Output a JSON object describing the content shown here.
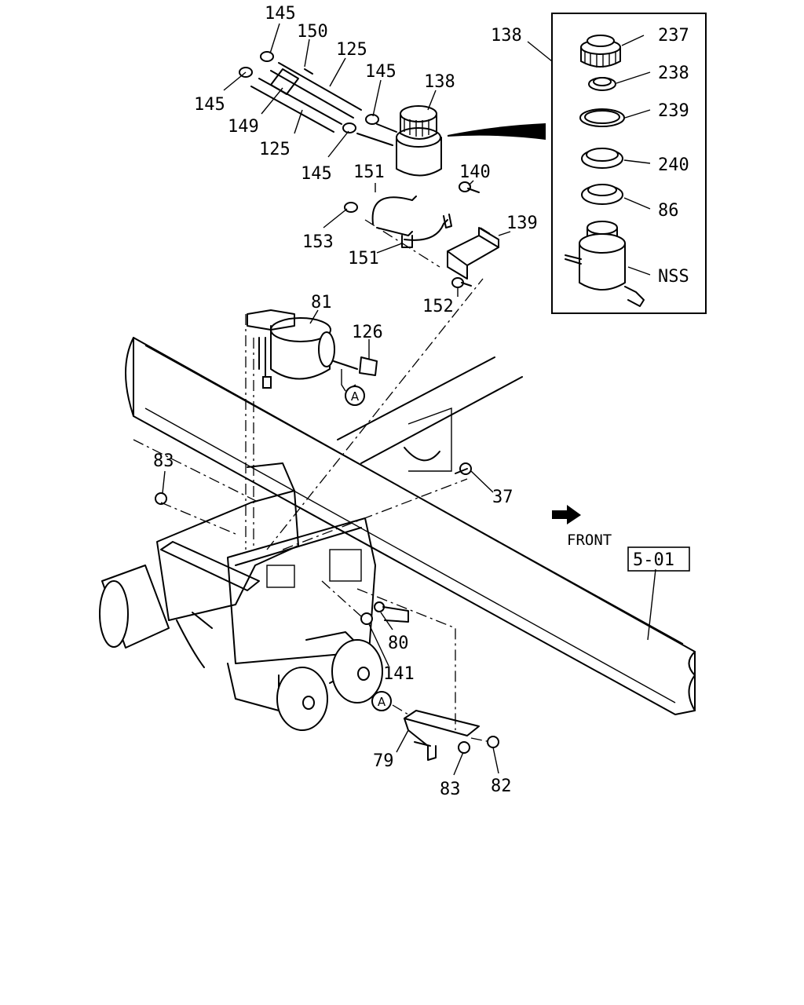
{
  "callouts": {
    "c145_top": "145",
    "c150": "150",
    "c125_top": "125",
    "c145_left": "145",
    "c145_mid": "145",
    "c149": "149",
    "c125_bot": "125",
    "c145_low": "145",
    "c138_main": "138",
    "c138_inset": "138",
    "c151_top": "151",
    "c140": "140",
    "c139": "139",
    "c153": "153",
    "c151_bot": "151",
    "c152": "152",
    "c81": "81",
    "c126": "126",
    "c83_top": "83",
    "c37": "37",
    "c80": "80",
    "c141": "141",
    "c79": "79",
    "c83_bot": "83",
    "c82": "82"
  },
  "inset": {
    "c237": "237",
    "c238": "238",
    "c239": "239",
    "c240": "240",
    "c86": "86",
    "nss": "NSS"
  },
  "markers": {
    "a_upper": "A",
    "a_lower": "A"
  },
  "front_label": "FRONT",
  "page_ref": "5-01"
}
